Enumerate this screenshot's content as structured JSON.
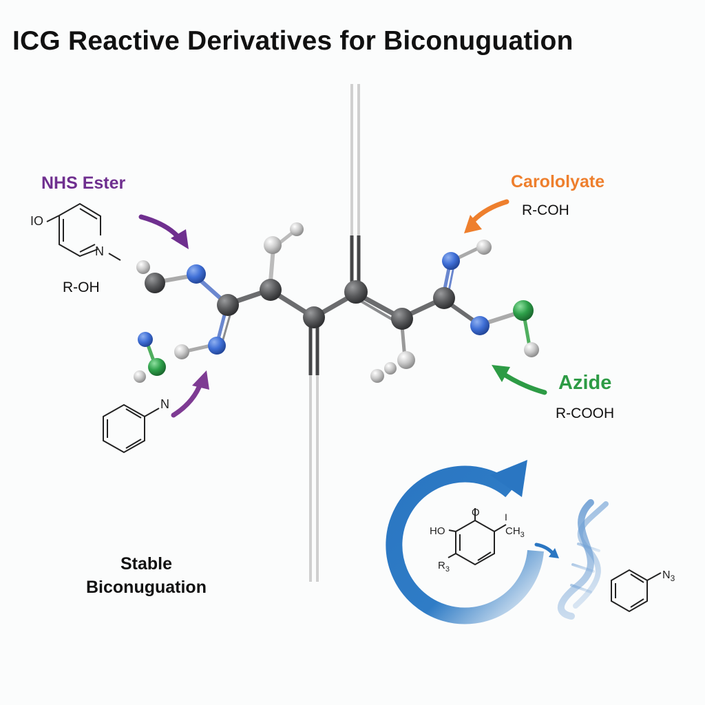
{
  "title": "ICG Reactive Derivatives for Biconuguation",
  "labels": {
    "nhs_ester": {
      "name": "NHS Ester",
      "formula": "R-OH",
      "color": "#6f2f8f"
    },
    "carololyate": {
      "name": "Carololyate",
      "formula": "R-COH",
      "color": "#ee7f2d"
    },
    "azide": {
      "name": "Azide",
      "formula": "R-COOH",
      "color": "#2d9b45"
    }
  },
  "stable": {
    "line1": "Stable",
    "line2": "Biconuguation"
  },
  "structures": {
    "pyridine": {
      "o_label": "IO",
      "n_label": "N"
    },
    "aniline": {
      "n_label": "N"
    },
    "catechol": {
      "o_label": "O",
      "ho_label": "HO",
      "ch3_label": "CH",
      "ch3_sub": "3",
      "r_label": "R",
      "r_sub": "3",
      "i_label": "I"
    },
    "phenyl_azide": {
      "n_label": "N",
      "n_sub": "3"
    }
  },
  "colors": {
    "carbon": "#5a5b5d",
    "nitrogen": "#3f6fd6",
    "hydrogen": "#c9c9c9",
    "green_atom": "#2ea04a",
    "cycle_arrow": "#2a76c2"
  }
}
